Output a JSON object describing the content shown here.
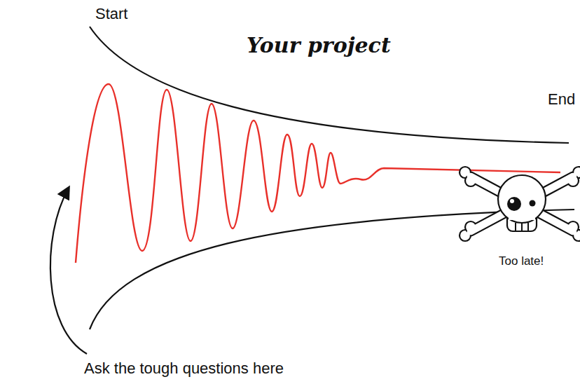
{
  "diagram": {
    "labels": [
      "Start",
      "Your project",
      "End",
      "Too late!",
      "Ask the tough questions here"
    ]
  }
}
